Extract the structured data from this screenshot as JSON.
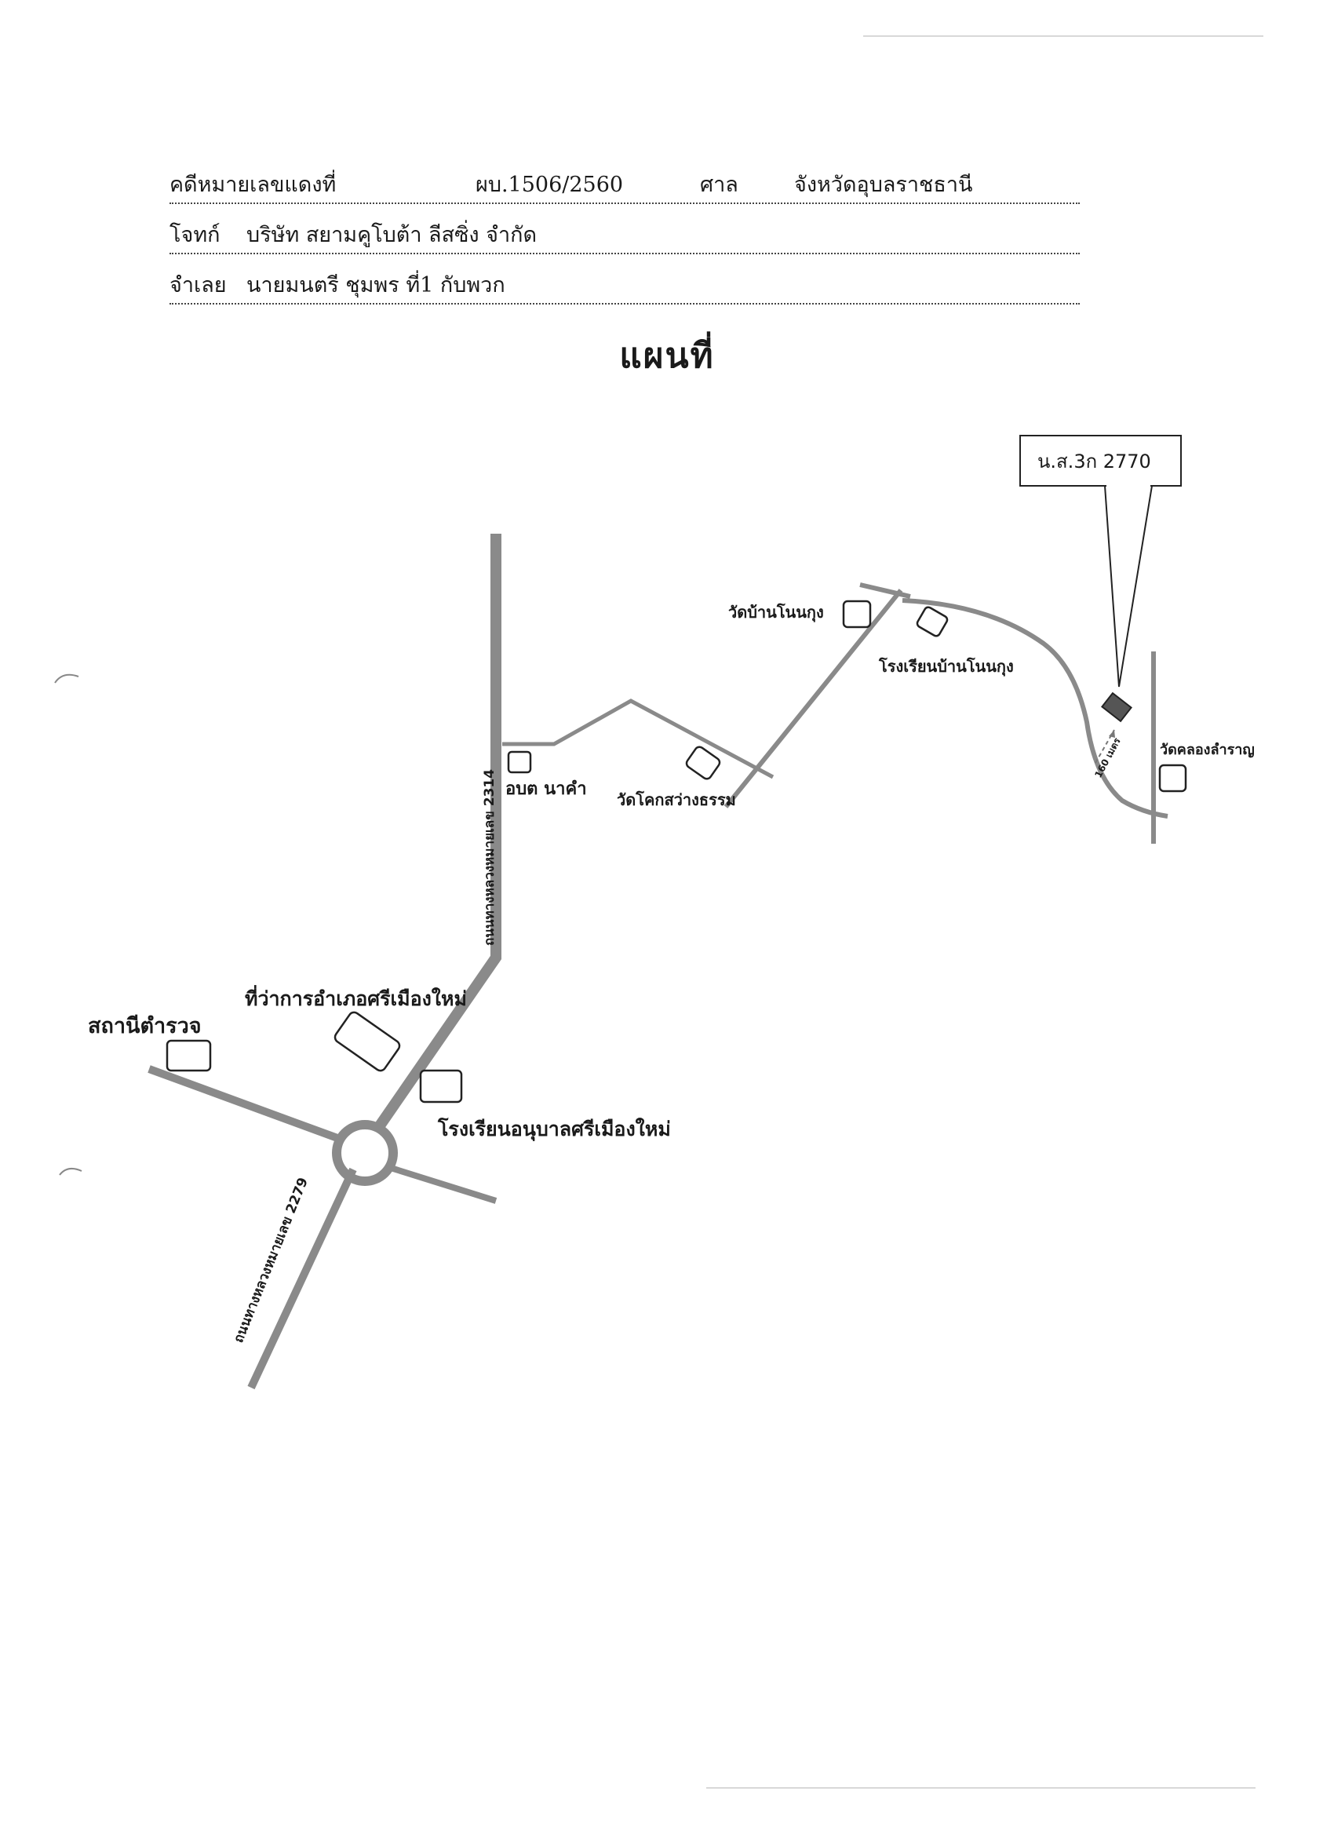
{
  "header": {
    "case_label": "คดีหมายเลขแดงที่",
    "case_number": "ผบ.1506/2560",
    "court_label": "ศาล",
    "court_name": "จังหวัดอุบลราชธานี",
    "plaintiff_label": "โจทก์",
    "plaintiff_name": "บริษัท สยามคูโบต้า ลีสซิ่ง จำกัด",
    "defendant_label": "จำเลย",
    "defendant_name": "นายมนตรี ชุมพร ที่1 กับพวก"
  },
  "title": "แผนที่",
  "map": {
    "parcel_callout": "น.ส.3ก 2770",
    "distance_label": "160 เมตร",
    "roads": {
      "highway_2314": "ถนนทางหลวงหมายเลข 2314",
      "highway_2279": "ถนนทางหลวงหมายเลข 2279"
    },
    "landmarks": {
      "obt_na_kham": "อบต นาคำ",
      "wat_khok_sawang": "วัดโคกสว่างธรรม",
      "wat_ban_non_kung": "วัดบ้านโนนกุง",
      "school_ban_non_kung": "โรงเรียนบ้านโนนกุง",
      "wat_klong": "วัดคลองลำราญ",
      "district_office": "ที่ว่าการอำเภอศรีเมืองใหม่",
      "police_station": "สถานีตำรวจ",
      "kindergarten": "โรงเรียนอนุบาลศรีเมืองใหม่"
    }
  },
  "colors": {
    "road": "#8a8a8a",
    "ink": "#1a1a1a",
    "parcel": "#555555"
  }
}
